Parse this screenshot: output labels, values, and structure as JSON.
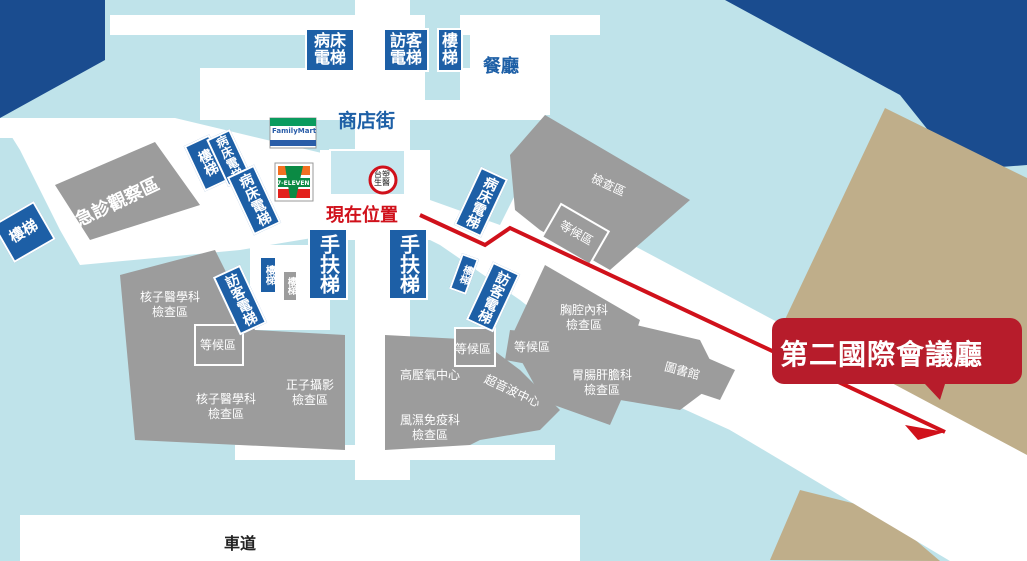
{
  "map": {
    "title": "第二國際會議廳",
    "current_location": "現在位置",
    "pharmacy_marker": "台塑\n生醫",
    "street": "商店街",
    "driveway": "車道",
    "restaurant": "餐廳",
    "stores": {
      "familymart": "FamilyMart",
      "seven_eleven": "7-ELEVEN"
    },
    "elevators": {
      "patient_elevator_top": "病床\n電梯",
      "visitor_elevator_top": "訪客\n電梯",
      "stairs_top": "樓\n梯",
      "stairs_left": "樓梯",
      "stairs_left_tilted": "樓梯",
      "patient_elevator_small": "病床電梯",
      "patient_elevator_left": "病床電梯",
      "patient_elevator_right": "病床電梯",
      "visitor_elevator_left": "訪客電梯",
      "visitor_elevator_right": "訪客電梯",
      "escalator_left": "手扶梯",
      "escalator_right": "手扶梯",
      "small_stairs_left": "樓梯",
      "small_stairs_right": "樓梯",
      "small_stairs_right2": "樓梯"
    },
    "areas": {
      "emergency_observation": "急診觀察區",
      "nuclear_medicine_exam_top": "核子醫學科\n檢查區",
      "waiting_left": "等候區",
      "nuclear_medicine_exam_bottom": "核子醫學科\n檢查區",
      "pet_exam": "正子攝影\n檢查區",
      "hyperbaric": "高壓氧中心",
      "ultrasound": "超音波中心",
      "rheumatology_exam": "風濕免疫科\n檢查區",
      "waiting_center": "等候區",
      "waiting_center2": "等候區",
      "exam_area": "檢查區",
      "waiting_right": "等候區",
      "chest_medicine_exam": "胸腔內科\n檢查區",
      "gastro_exam": "胃腸肝膽科\n檢查區",
      "library": "圖書館"
    },
    "colors": {
      "water": "#bfe3ea",
      "corridor": "#ffffff",
      "room_gray": "#9c9c9c",
      "building_tan": "#bfae8a",
      "dark_blue": "#1a4c8f",
      "elevator_blue": "#1d5fa6",
      "route_red": "#d0111b",
      "callout_red": "#b71c2b"
    }
  }
}
